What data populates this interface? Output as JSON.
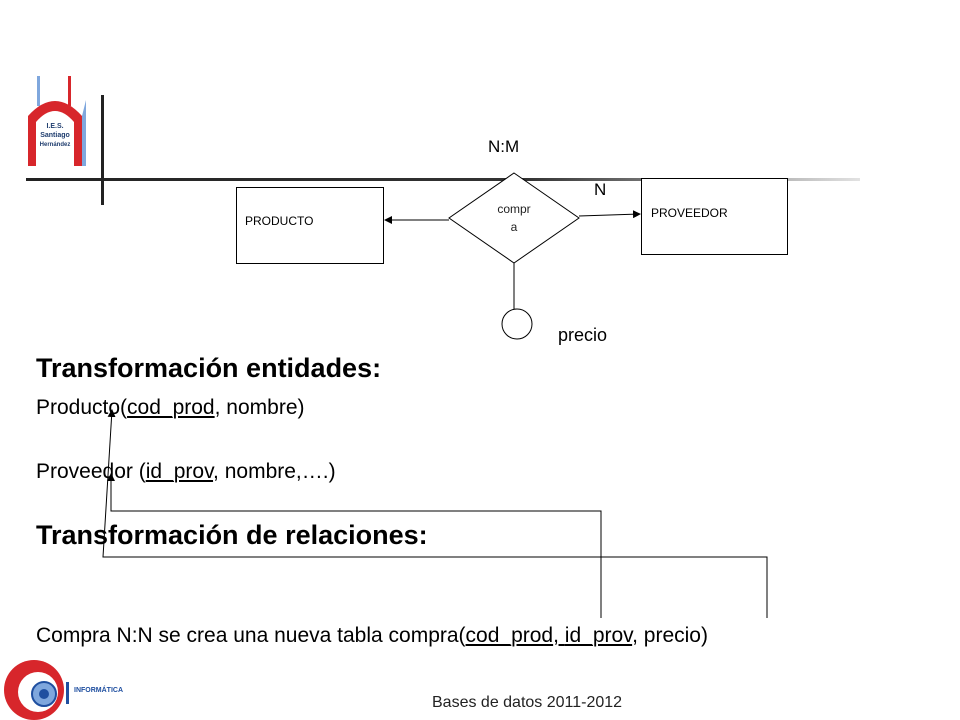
{
  "logo_top": {
    "line1": "I.E.S.",
    "line2": "Santiago",
    "line3": "Hernández"
  },
  "diagram": {
    "cardinality_top": "N:M",
    "cardinality_side": "N",
    "entity_left": "PRODUCTO",
    "entity_right": "PROVEEDOR",
    "relation_line1": "compr",
    "relation_line2": "a",
    "attribute": "precio"
  },
  "content": {
    "heading1": "Transformación entidades:",
    "producto": {
      "pre": "Producto(",
      "key": "cod_prod",
      "post": ", nombre)"
    },
    "proveedor": {
      "pre": "Proveedor (",
      "key": "id_prov",
      "post": ", nombre,….)"
    },
    "heading2": "Transformación de relaciones:",
    "compra": {
      "pre": "Compra N:N se crea una nueva tabla compra(",
      "key1": "cod_prod",
      "sep": ", ",
      "key2": "id_prov",
      "post": ", precio)"
    }
  },
  "footer": {
    "text": "Bases de datos 2011-2012",
    "logo_text": "INFORMÁTICA"
  },
  "colors": {
    "logo_red": "#d7262b",
    "logo_blue": "#1f4fa0",
    "logo_sky": "#7fa7dd"
  }
}
